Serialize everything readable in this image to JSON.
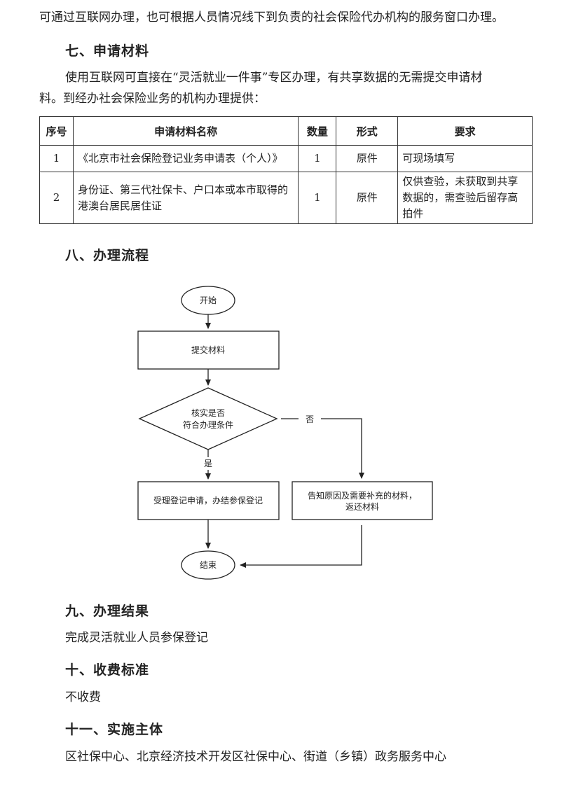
{
  "intro_line": "可通过互联网办理，也可根据人员情况线下到负责的社会保险代办机构的服务窗口办理。",
  "section7": {
    "title": "七、申请材料",
    "para_line1": "使用互联网可直接在“灵活就业一件事”专区办理，有共享数据的无需提交申请材",
    "para_line2": "料。到经办社会保险业务的机构办理提供：",
    "table": {
      "headers": [
        "序号",
        "申请材料名称",
        "数量",
        "形式",
        "要求"
      ],
      "rows": [
        [
          "1",
          "《北京市社会保险登记业务申请表（个人）》",
          "1",
          "原件",
          "可现场填写"
        ],
        [
          "2",
          "身份证、第三代社保卡、户口本或本市取得的港澳台居民居住证",
          "1",
          "原件",
          "仅供查验，未获取到共享数据的，需查验后留存高拍件"
        ]
      ]
    }
  },
  "section8": {
    "title": "八、办理流程",
    "flow": {
      "start": "开始",
      "submit": "提交材料",
      "check_line1": "核实是否",
      "check_line2": "符合办理条件",
      "yes": "是",
      "no": "否",
      "accept": "受理登记申请，办结参保登记",
      "reject_line1": "告知原因及需要补充的材料，",
      "reject_line2": "返还材料",
      "end": "结束"
    }
  },
  "section9": {
    "title": "九、办理结果",
    "text": "完成灵活就业人员参保登记"
  },
  "section10": {
    "title": "十、收费标准",
    "text": "不收费"
  },
  "section11": {
    "title": "十一、实施主体",
    "text": "区社保中心、北京经济技术开发区社保中心、街道（乡镇）政务服务中心"
  }
}
